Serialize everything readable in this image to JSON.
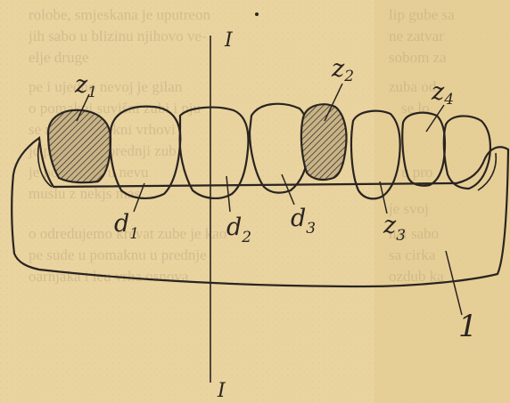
{
  "figure": {
    "axis_labels": {
      "top": "I",
      "bottom": "I"
    },
    "tooth_labels": [
      {
        "letter": "z",
        "sub": "1"
      },
      {
        "letter": "z",
        "sub": "2"
      },
      {
        "letter": "z",
        "sub": "4"
      },
      {
        "letter": "d",
        "sub": "1"
      },
      {
        "letter": "d",
        "sub": "2"
      },
      {
        "letter": "d",
        "sub": "3"
      },
      {
        "letter": "z",
        "sub": "3"
      }
    ],
    "base_label": "1"
  },
  "bleed_through": [
    "rolobe, smjeskana je uputreon",
    "jih sabo u blizinu njihovo ve-",
    "elje druge",
    "pe i ujedno nevoj je gilan",
    "o pomakni suvišni zubi i nju",
    "se mogu izmakni vrhovi",
    "je pomaknut prednji zub",
    "je pomaknut u nevu",
    "muslu z nekjs mas",
    "o odredujemo krevat zube je kao",
    "pe sude u pomaknu u prednje",
    "oarnjaka i leu vrha osnova",
    "lip gube sa",
    "ne zatvar",
    "sobom za",
    "zuba od",
    "se lo",
    "u pro",
    "je svoj",
    "nai sabo",
    "sa cirka",
    "ozdub ka"
  ],
  "colors": {
    "paper": "#e9d39f",
    "ink": "#2a2420",
    "hatch_fill": "#c9b487",
    "bleed": "#a7926a"
  }
}
